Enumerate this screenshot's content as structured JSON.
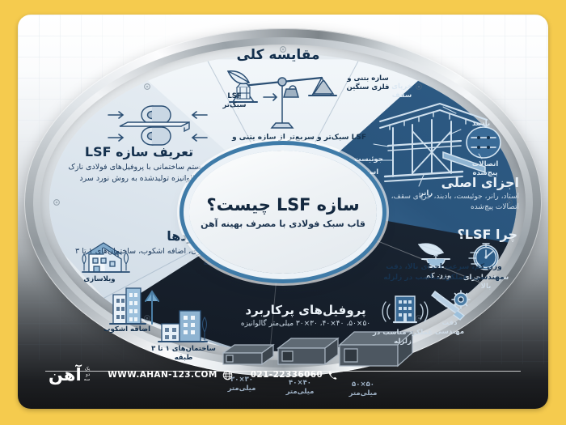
{
  "center": {
    "title": "سازه LSF چیست؟",
    "subtitle": "قاب سبک فولادی با مصرف بهینه آهن"
  },
  "sections": {
    "compare": {
      "title": "مقایسه کلی",
      "note": "LSF سبک‌تر و سریع‌تر از سازه بتنی و فلزی سنگین",
      "left_label": "LSF سبک‌تر",
      "right_label": "سازه بتنی و فلزی سنگین"
    },
    "define": {
      "title": "تعریف سازه LSF",
      "subtitle": "سیستم ساختمانی با پروفیل‌های فولادی نازک گالوانیزه تولیدشده به روش نورد سرد"
    },
    "parts": {
      "title": "اجزای اصلی",
      "subtitle": "استاد، رانر، جوئیست، بادبند، خرپای سقف، اتصالات پیچ‌شده",
      "labels": {
        "truss": "خرپای سقف",
        "brace": "بادبند",
        "joist": "جوئیست",
        "stud": "استاد",
        "runner": "رانر",
        "connection": "اتصالات پیچ‌شده"
      }
    },
    "why": {
      "title": "چرا LSF؟",
      "note": "وزن کم، سرعت اجرای بالا، دقت مهندسی، عملکرد مناسب در زلزله",
      "items": [
        {
          "label": "وزن کم",
          "icon": "feather-scale-icon"
        },
        {
          "label": "سرعت اجرای بالا",
          "icon": "stopwatch-icon"
        },
        {
          "label": "دقت مهندسی",
          "icon": "caliper-gear-icon"
        },
        {
          "label": "عملکرد مناسب در زلزله",
          "icon": "building-seismic-icon"
        }
      ]
    },
    "apps": {
      "title": "کاربردها",
      "subtitle": "ویلاسازی، اضافه اشکوب، ساختمان‌های ۱ تا ۳ طبقه",
      "items": [
        {
          "label": "ویلاسازی",
          "icon": "villa-icon"
        },
        {
          "label": "اضافه اشکوب",
          "icon": "building-up-arrow-icon"
        },
        {
          "label": "ساختمان‌های ۱ تا ۳ طبقه",
          "icon": "low-rise-building-icon"
        }
      ]
    },
    "profiles": {
      "title": "پروفیل‌های پرکاربرد",
      "subtitle": "۵۰×۵۰، ۴۰×۴۰، ۳۰×۳۰ میلی‌متر گالوانیزه",
      "items": [
        {
          "size": "۳۰×۳۰",
          "unit": "میلی‌متر"
        },
        {
          "size": "۴۰×۴۰",
          "unit": "میلی‌متر"
        },
        {
          "size": "۵۰×۵۰",
          "unit": "میلی‌متر"
        }
      ]
    }
  },
  "footer": {
    "phone": "021-22336060",
    "website": "WWW.AHAN-123.COM",
    "logo_text": "آهن",
    "logo_sub_line1": "یک",
    "logo_sub_line2": "دو",
    "logo_sub_line3": "سه"
  },
  "colors": {
    "brand_yellow": "#F5CB4E",
    "deep_blue": "#2E5C86",
    "dark_panel": "#1A2533",
    "ring_accent": "#3F7BA8"
  }
}
